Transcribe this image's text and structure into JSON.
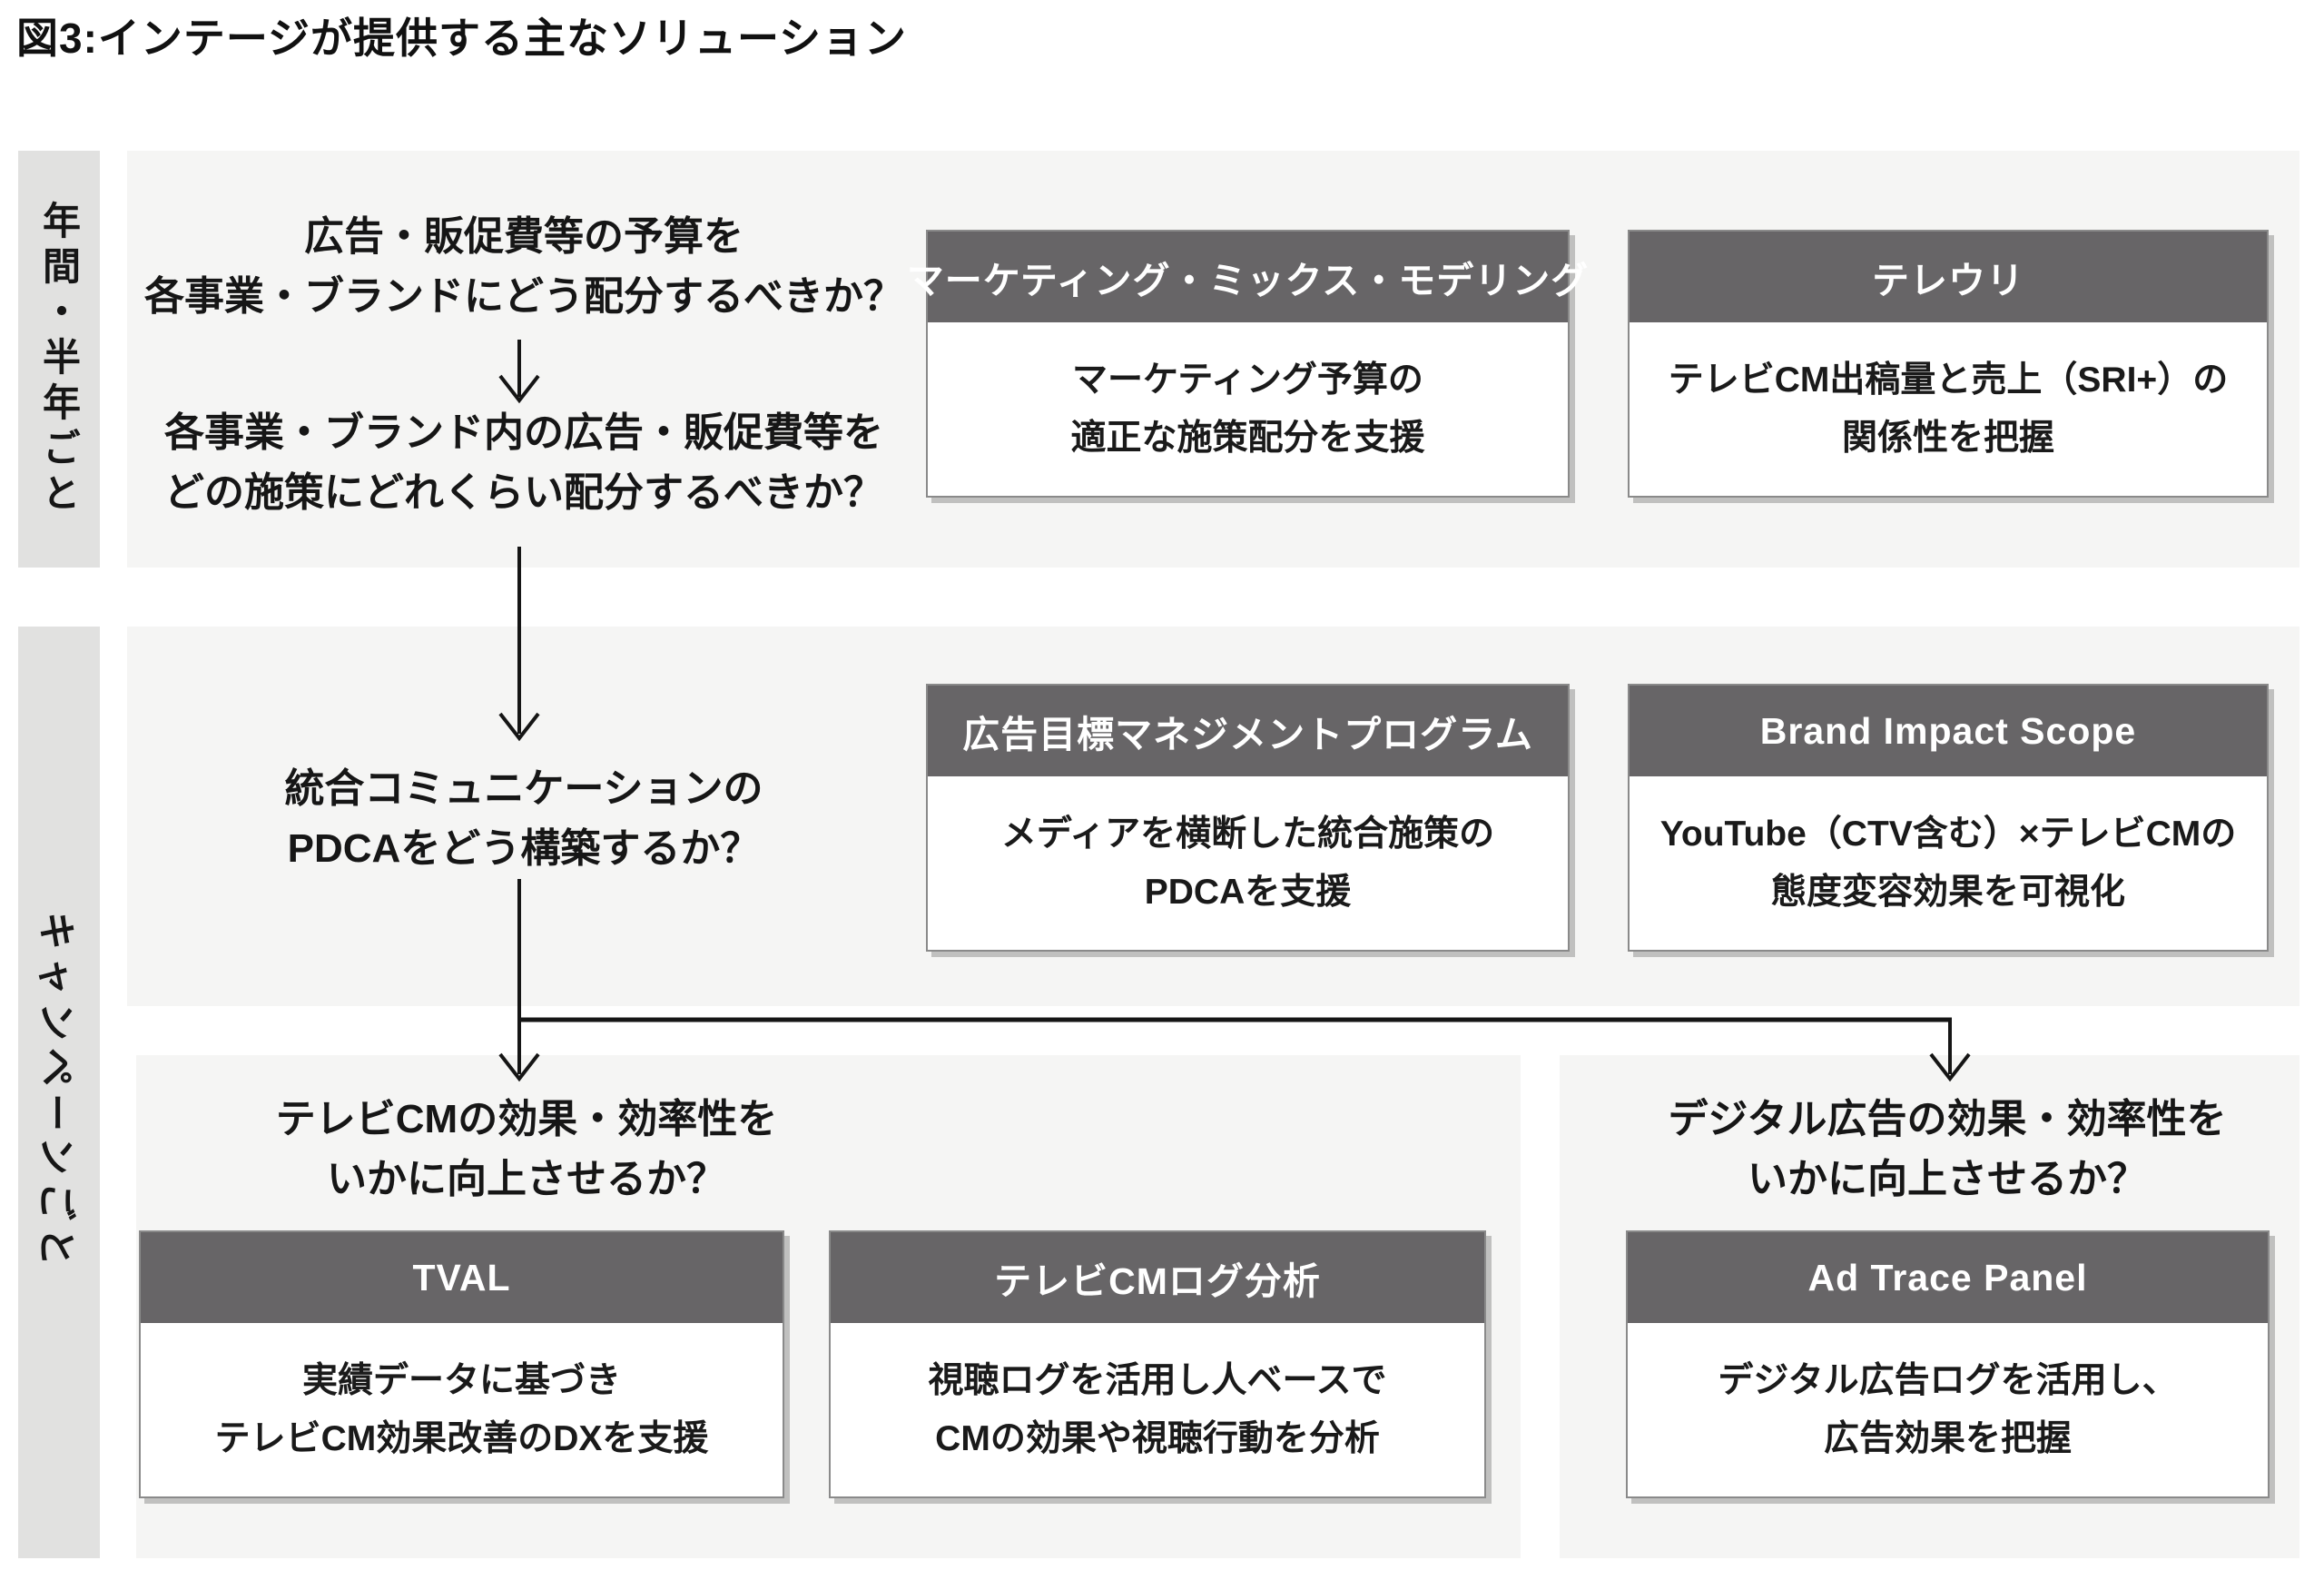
{
  "title": "図3:インテージが提供する主なソリューション",
  "sidebar": {
    "annual_label": "年間・半年ごと",
    "campaign_label": "キャンペーンごと"
  },
  "questions": {
    "budget_allocation": [
      "広告・販促費等の予算を",
      "各事業・ブランドにどう配分するべきか？"
    ],
    "tactic_allocation": [
      "各事業・ブランド内の広告・販促費等を",
      "どの施策にどれくらい配分するべきか？"
    ],
    "integrated_pdca": [
      "統合コミュニケーションの",
      "PDCAをどう構築するか？"
    ],
    "tvcm_effect": [
      "テレビCMの効果・効率性を",
      "いかに向上させるか？"
    ],
    "digital_effect": [
      "デジタル広告の効果・効率性を",
      "いかに向上させるか？"
    ]
  },
  "solutions": {
    "mmm": {
      "name": "マーケティング・ミックス・モデリング",
      "desc": [
        "マーケティング予算の",
        "適正な施策配分を支援"
      ]
    },
    "tereuri": {
      "name": "テレウリ",
      "desc": [
        "テレビCM出稿量と売上（SRI+）の",
        "関係性を把握"
      ]
    },
    "ad_goal_mgmt": {
      "name": "広告目標マネジメントプログラム",
      "desc": [
        "メディアを横断した統合施策の",
        "PDCAを支援"
      ]
    },
    "brand_impact_scope": {
      "name": "Brand Impact Scope",
      "desc": [
        "YouTube（CTV含む）×テレビCMの",
        "態度変容効果を可視化"
      ]
    },
    "tval": {
      "name": "TVAL",
      "desc": [
        "実績データに基づき",
        "テレビCM効果改善のDXを支援"
      ]
    },
    "tvcm_log": {
      "name": "テレビCMログ分析",
      "desc": [
        "視聴ログを活用し人ベースで",
        "CMの効果や視聴行動を分析"
      ]
    },
    "ad_trace_panel": {
      "name": "Ad Trace Panel",
      "desc": [
        "デジタル広告ログを活用し、",
        "広告効果を把握"
      ]
    }
  },
  "colors": {
    "box_header_bg": "#676567",
    "panel_bg": "#f5f5f4",
    "sidebar_bg": "#e1e1e0",
    "box_border": "#8a8a8a",
    "text": "#1a1a1a"
  }
}
